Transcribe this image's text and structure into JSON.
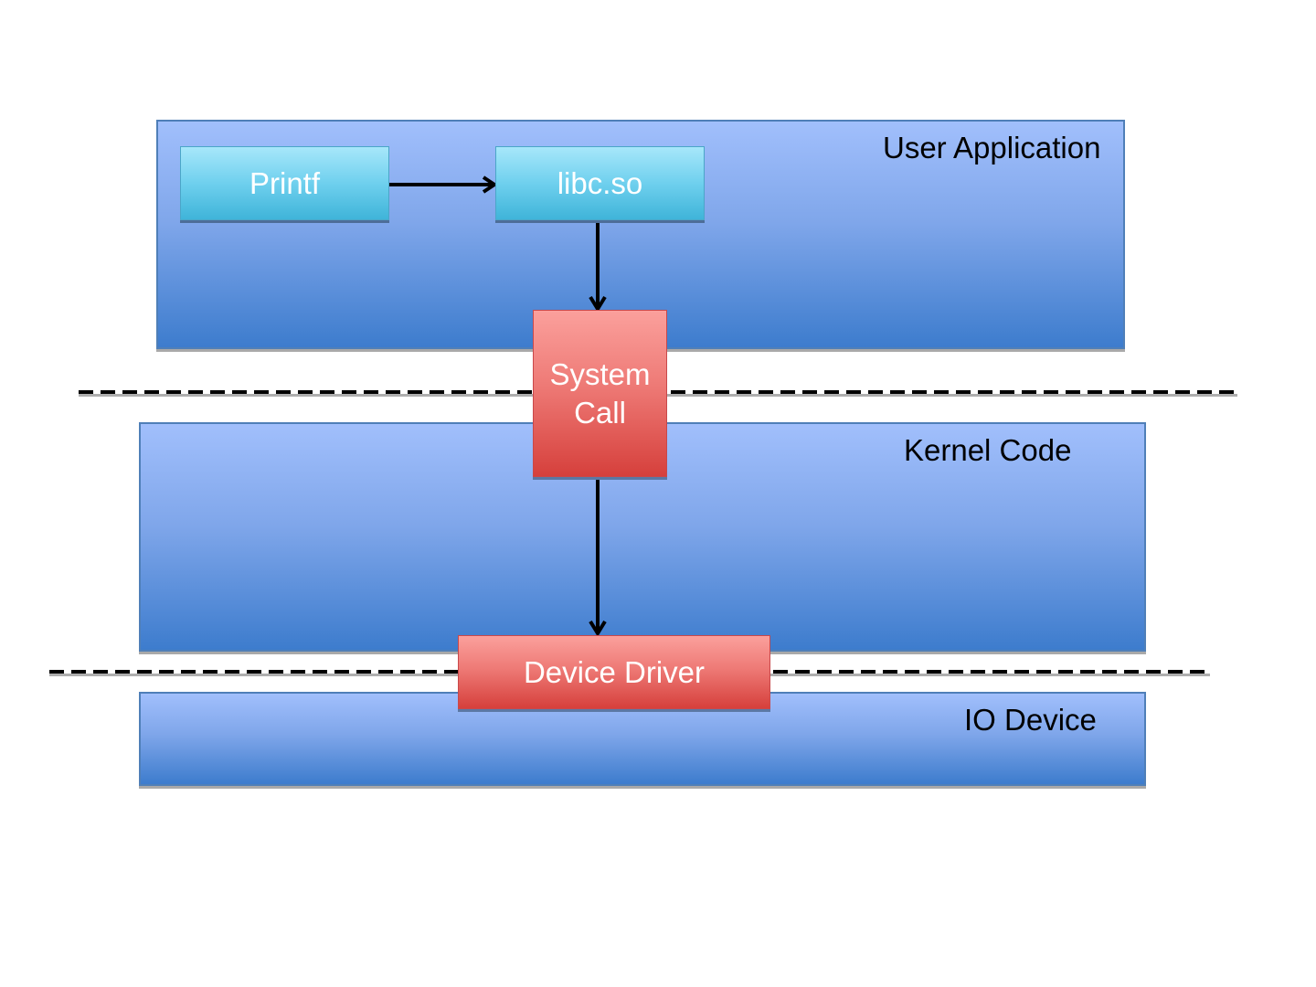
{
  "diagram": {
    "title": "printf call path through system layers",
    "layers": [
      {
        "id": "user",
        "label": "User Application"
      },
      {
        "id": "kernel",
        "label": "Kernel Code"
      },
      {
        "id": "io",
        "label": "IO Device"
      }
    ],
    "nodes": {
      "printf": "Printf",
      "libc": "libc.so",
      "syscall_line1": "System",
      "syscall_line2": "Call",
      "driver": "Device Driver"
    },
    "edges": [
      {
        "from": "Printf",
        "to": "libc.so"
      },
      {
        "from": "libc.so",
        "to": "System Call"
      },
      {
        "from": "System Call",
        "to": "Device Driver"
      }
    ],
    "boundaries": [
      "user-kernel boundary",
      "kernel-device boundary"
    ],
    "colors": {
      "layer_fill": "#7fa6ea",
      "library_fill": "#6fd0ee",
      "kernel_entry_fill": "#ee7a76",
      "arrow": "#000000"
    }
  }
}
